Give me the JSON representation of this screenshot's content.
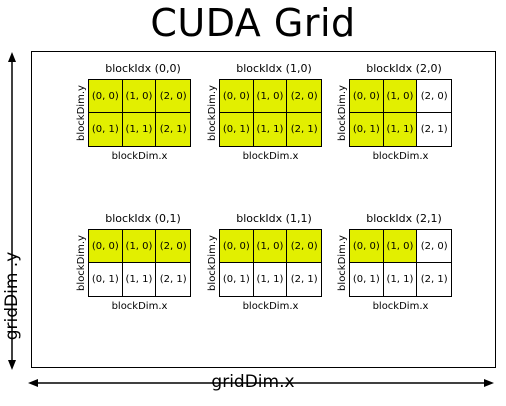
{
  "title": "CUDA Grid",
  "grid_dim_x_label": "gridDim.x",
  "grid_dim_y_label": "gridDim .y",
  "block_dim_x_label": "blockDim.x",
  "block_dim_y_label": "blockDim.y",
  "active_color": "#e2ef00",
  "blocks": [
    {
      "label": "blockIdx (0,0)",
      "cells": [
        {
          "text": "(0, 0)",
          "active": true
        },
        {
          "text": "(1, 0)",
          "active": true
        },
        {
          "text": "(2, 0)",
          "active": true
        },
        {
          "text": "(0, 1)",
          "active": true
        },
        {
          "text": "(1, 1)",
          "active": true
        },
        {
          "text": "(2, 1)",
          "active": true
        }
      ]
    },
    {
      "label": "blockIdx (1,0)",
      "cells": [
        {
          "text": "(0, 0)",
          "active": true
        },
        {
          "text": "(1, 0)",
          "active": true
        },
        {
          "text": "(2, 0)",
          "active": true
        },
        {
          "text": "(0, 1)",
          "active": true
        },
        {
          "text": "(1, 1)",
          "active": true
        },
        {
          "text": "(2, 1)",
          "active": true
        }
      ]
    },
    {
      "label": "blockIdx (2,0)",
      "cells": [
        {
          "text": "(0, 0)",
          "active": true
        },
        {
          "text": "(1, 0)",
          "active": true
        },
        {
          "text": "(2, 0)",
          "active": false
        },
        {
          "text": "(0, 1)",
          "active": true
        },
        {
          "text": "(1, 1)",
          "active": true
        },
        {
          "text": "(2, 1)",
          "active": false
        }
      ]
    },
    {
      "label": "blockIdx (0,1)",
      "cells": [
        {
          "text": "(0, 0)",
          "active": true
        },
        {
          "text": "(1, 0)",
          "active": true
        },
        {
          "text": "(2, 0)",
          "active": true
        },
        {
          "text": "(0, 1)",
          "active": false
        },
        {
          "text": "(1, 1)",
          "active": false
        },
        {
          "text": "(2, 1)",
          "active": false
        }
      ]
    },
    {
      "label": "blockIdx (1,1)",
      "cells": [
        {
          "text": "(0, 0)",
          "active": true
        },
        {
          "text": "(1, 0)",
          "active": true
        },
        {
          "text": "(2, 0)",
          "active": true
        },
        {
          "text": "(0, 1)",
          "active": false
        },
        {
          "text": "(1, 1)",
          "active": false
        },
        {
          "text": "(2, 1)",
          "active": false
        }
      ]
    },
    {
      "label": "blockIdx (2,1)",
      "cells": [
        {
          "text": "(0, 0)",
          "active": true
        },
        {
          "text": "(1, 0)",
          "active": true
        },
        {
          "text": "(2, 0)",
          "active": false
        },
        {
          "text": "(0, 1)",
          "active": false
        },
        {
          "text": "(1, 1)",
          "active": false
        },
        {
          "text": "(2, 1)",
          "active": false
        }
      ]
    }
  ]
}
